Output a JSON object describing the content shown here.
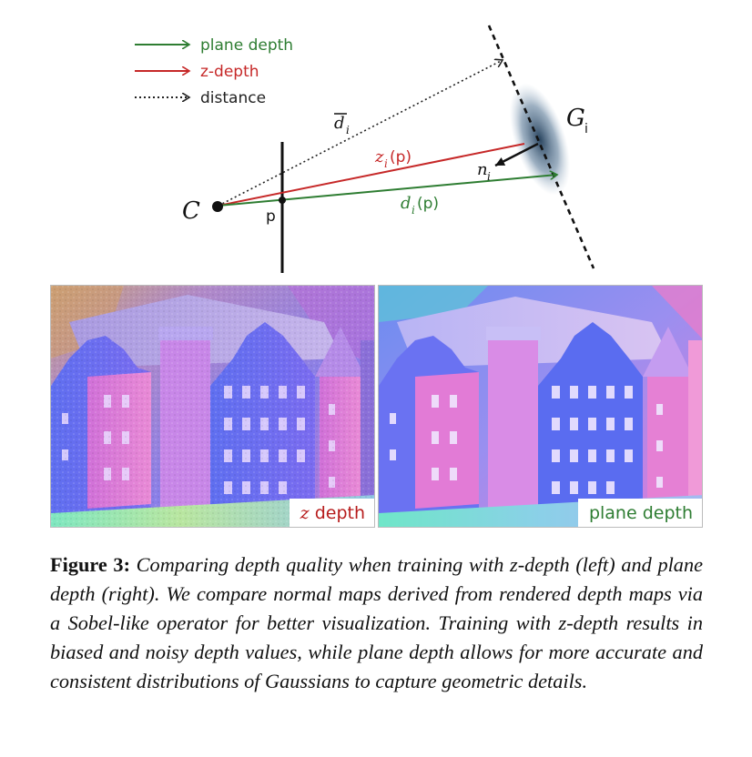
{
  "diagram": {
    "legend": [
      {
        "label": "plane depth",
        "color": "#2e7d32",
        "style": "solid"
      },
      {
        "label": "z-depth",
        "color": "#c62828",
        "style": "solid"
      },
      {
        "label": "distance",
        "color": "#222222",
        "style": "dotted"
      }
    ],
    "camera_symbol": "C",
    "pixel_label": "p",
    "gaussian_symbol": "G",
    "gaussian_subscript": "i",
    "distance_label": "d",
    "distance_subscript": "i",
    "z_label": "z",
    "z_sub": "i",
    "z_arg": "(p)",
    "d_label": "d",
    "d_sub": "i",
    "d_arg": "(p)",
    "normal_label": "n",
    "normal_sub": "i"
  },
  "panels": [
    {
      "tag_math": "z",
      "tag_text": " depth",
      "tag_color": "#b71c1c"
    },
    {
      "tag_text": "plane depth",
      "tag_color": "#2e7d32"
    }
  ],
  "caption": {
    "figure_label": "Figure 3:",
    "text": "Comparing depth quality when training with z-depth (left) and plane depth (right). We compare normal maps derived from rendered depth maps via a Sobel-like operator for better visualization. Training with z-depth results in biased and noisy depth values, while plane depth allows for more accurate and consistent distributions of Gaussians to capture geometric details."
  }
}
